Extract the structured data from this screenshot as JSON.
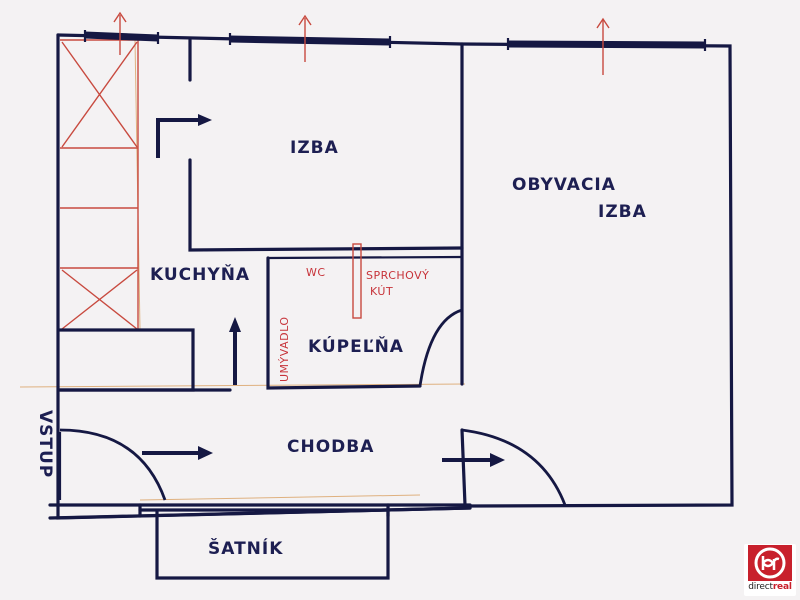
{
  "plan": {
    "room_izba": "IZBA",
    "room_obyvacia_line1": "OBYVACIA",
    "room_obyvacia_line2": "IZBA",
    "room_kuchyna": "KUCHYŇA",
    "room_kupelna": "KÚPEĽŇA",
    "room_chodba": "CHODBA",
    "room_satnik": "ŠATNÍK",
    "entrance": "VSTUP",
    "wc": "WC",
    "shower_line1": "SPRCHOVÝ",
    "shower_line2": "KÚT",
    "sink": "UMÝVADLO"
  },
  "colors": {
    "ink": "#151843",
    "label": "#1d1f52",
    "red_pen": "#c84a3f",
    "pencil": "#d9a062",
    "paper": "#f4f2f3",
    "brand_red": "#c8202c"
  },
  "logo": {
    "name_part1": "direct",
    "name_part2": "real",
    "icon": "direct-real-logo-icon"
  }
}
